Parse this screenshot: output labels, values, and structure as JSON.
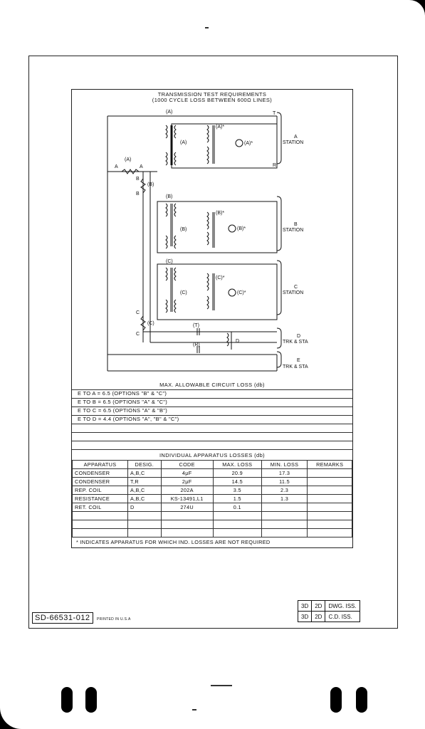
{
  "drawing": {
    "title_line1": "TRANSMISSION TEST REQUIREMENTS",
    "title_line2": "(1000 CYCLE LOSS BETWEEN 600Ω LINES)"
  },
  "schematic_labels": {
    "A_top": "(A)",
    "B_top": "(B)",
    "C_top": "(C)",
    "A_cap": "(A)",
    "B_cap": "(B)",
    "C_cap": "(C)",
    "A_star": "(A)*",
    "B_star": "(B)*",
    "C_star": "(C)*",
    "A_lamp": "(A)*",
    "B_lamp": "(B)*",
    "C_lamp": "(C)*",
    "station_A_letter": "A",
    "station_A": "STATION",
    "station_B_letter": "B",
    "station_B": "STATION",
    "station_C_letter": "C",
    "station_C": "STATION",
    "trk_D_letter": "D",
    "trk_D": "TRK & STA",
    "trk_E_letter": "E",
    "trk_E": "TRK & STA",
    "res_A": "(A)",
    "res_B": "(B)",
    "res_C": "(C)",
    "node_A1": "A",
    "node_A2": "A",
    "node_B1": "B",
    "node_B2": "B",
    "node_C1": "C",
    "node_C2": "C",
    "cap_T": "(T)",
    "cap_R": "(R)",
    "coil_D": "D",
    "T": "T",
    "R": "R"
  },
  "max_loss": {
    "header": "MAX. ALLOWABLE CIRCUIT LOSS (db)",
    "rows": [
      "E TO A = 6.5 (OPTIONS \"B\" & \"C\")",
      "E TO B = 6.5 (OPTIONS \"A\" & \"C\")",
      "E TO C = 6.5 (OPTIONS \"A\" & \"B\")",
      "E TO D = 4.4 (OPTIONS \"A\", \"B\" & \"C\")"
    ]
  },
  "apparatus": {
    "header": "INDIVIDUAL APPARATUS LOSSES (db)",
    "columns": [
      "APPARATUS",
      "DESIG.",
      "CODE",
      "MAX. LOSS",
      "MIN. LOSS",
      "REMARKS"
    ],
    "rows": [
      [
        "CONDENSER",
        "A,B,C",
        "4μF",
        "20.9",
        "17.3",
        ""
      ],
      [
        "CONDENSER",
        "T,R",
        "2μF",
        "14.5",
        "11.5",
        ""
      ],
      [
        "REP. COIL",
        "A,B,C",
        "202A",
        "3.5",
        "2.3",
        ""
      ],
      [
        "RESISTANCE",
        "A,B,C",
        "KS-13491,L1",
        "1.5",
        "1.3",
        ""
      ],
      [
        "RET. COIL",
        "D",
        "274U",
        "0.1",
        "",
        ""
      ]
    ],
    "note": "* INDICATES APPARATUS FOR WHICH IND. LOSSES ARE NOT REQUIRED"
  },
  "footer": {
    "drawing_number": "SD-66531-012",
    "printed": "PRINTED IN U.S.A",
    "issues": [
      [
        "3D",
        "2D",
        "DWG. ISS."
      ],
      [
        "3D",
        "2D",
        "C.D. ISS."
      ]
    ]
  }
}
